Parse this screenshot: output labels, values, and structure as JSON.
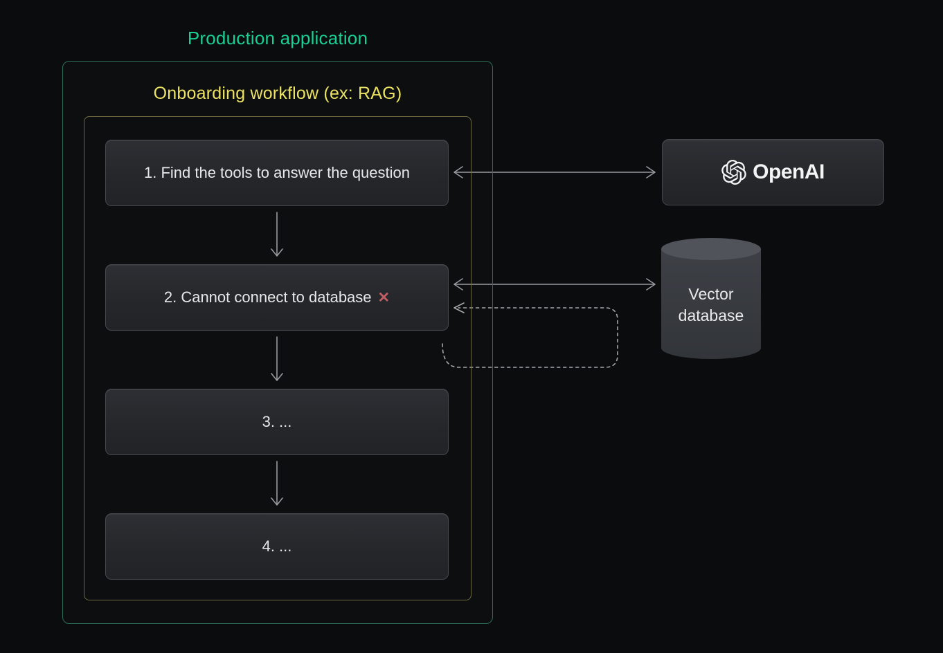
{
  "title": "Production application",
  "workflow": {
    "label": "Onboarding workflow (ex: RAG)",
    "steps": [
      {
        "label": "1. Find the tools to answer the question"
      },
      {
        "label": "2. Cannot connect to database",
        "error_mark": "✕"
      },
      {
        "label": "3. ..."
      },
      {
        "label": "4. ..."
      }
    ]
  },
  "external": {
    "openai_label": "OpenAI",
    "vector_db_label": "Vector database"
  },
  "icons": {
    "openai_logo": "openai-logo-icon",
    "vector_db": "database-cylinder-icon",
    "error": "x-mark-icon"
  },
  "colors": {
    "background": "#0b0c0e",
    "production_label": "#19cf92",
    "production_border": "#2c6e55",
    "workflow_label": "#ece262",
    "workflow_border": "#6e6940",
    "step_box_bg_top": "#2d2f34",
    "step_box_bg_bottom": "#212327",
    "step_box_border": "#47494e",
    "step_text": "#e7e8e9",
    "error_mark": "#c05e64",
    "arrow": "#97999d",
    "dashed_arrow": "#a6a8ab",
    "cylinder_top": "#50535a",
    "cylinder_body": "#383b41"
  }
}
